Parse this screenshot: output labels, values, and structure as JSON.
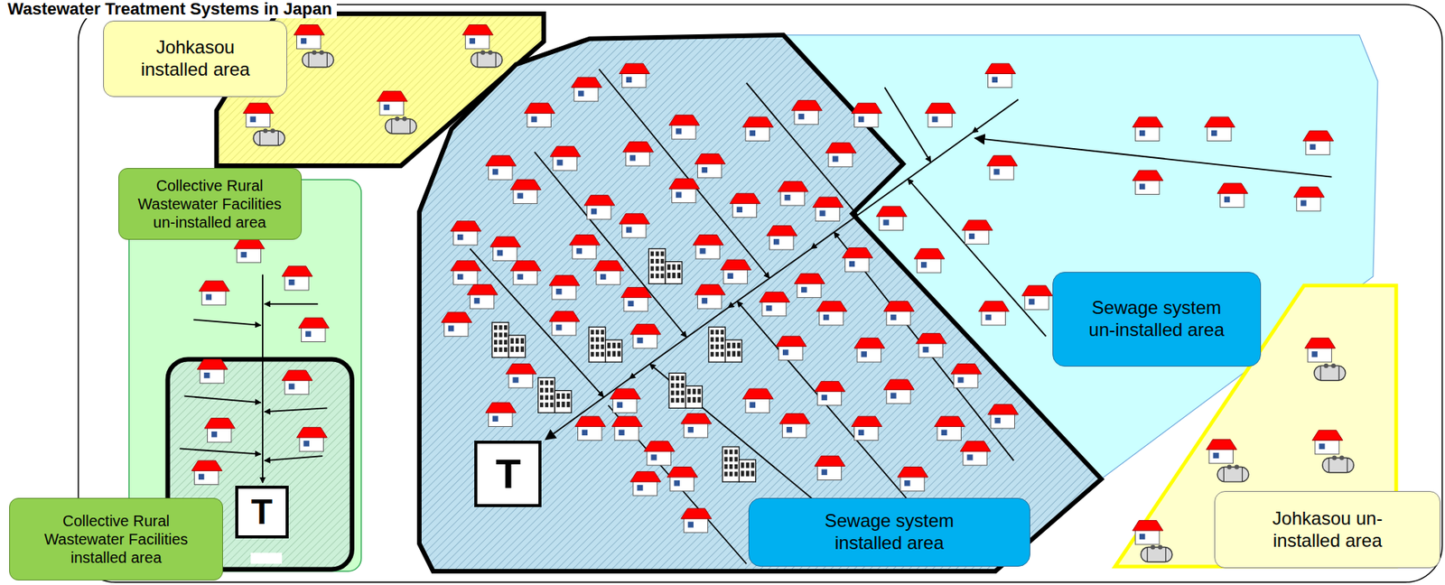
{
  "diagram": {
    "title": "Wastewater Treatment Systems in Japan",
    "nodes": [
      {
        "text": [
          "Johkasou installed area"
        ]
      },
      {
        "text": [
          "Collective Rural Wastewater Facilities un-installed area"
        ]
      },
      {
        "text": [
          "T"
        ]
      },
      {
        "text": [
          "Collective Rural Wastewater Facilities installed area"
        ]
      },
      {
        "text": [
          "T"
        ]
      },
      {
        "text": [
          "Sewage system un-installed area"
        ]
      },
      {
        "text": [
          "Sewage system installed area"
        ]
      },
      {
        "text": [
          "Johkasou un-installed area"
        ]
      }
    ]
  }
}
